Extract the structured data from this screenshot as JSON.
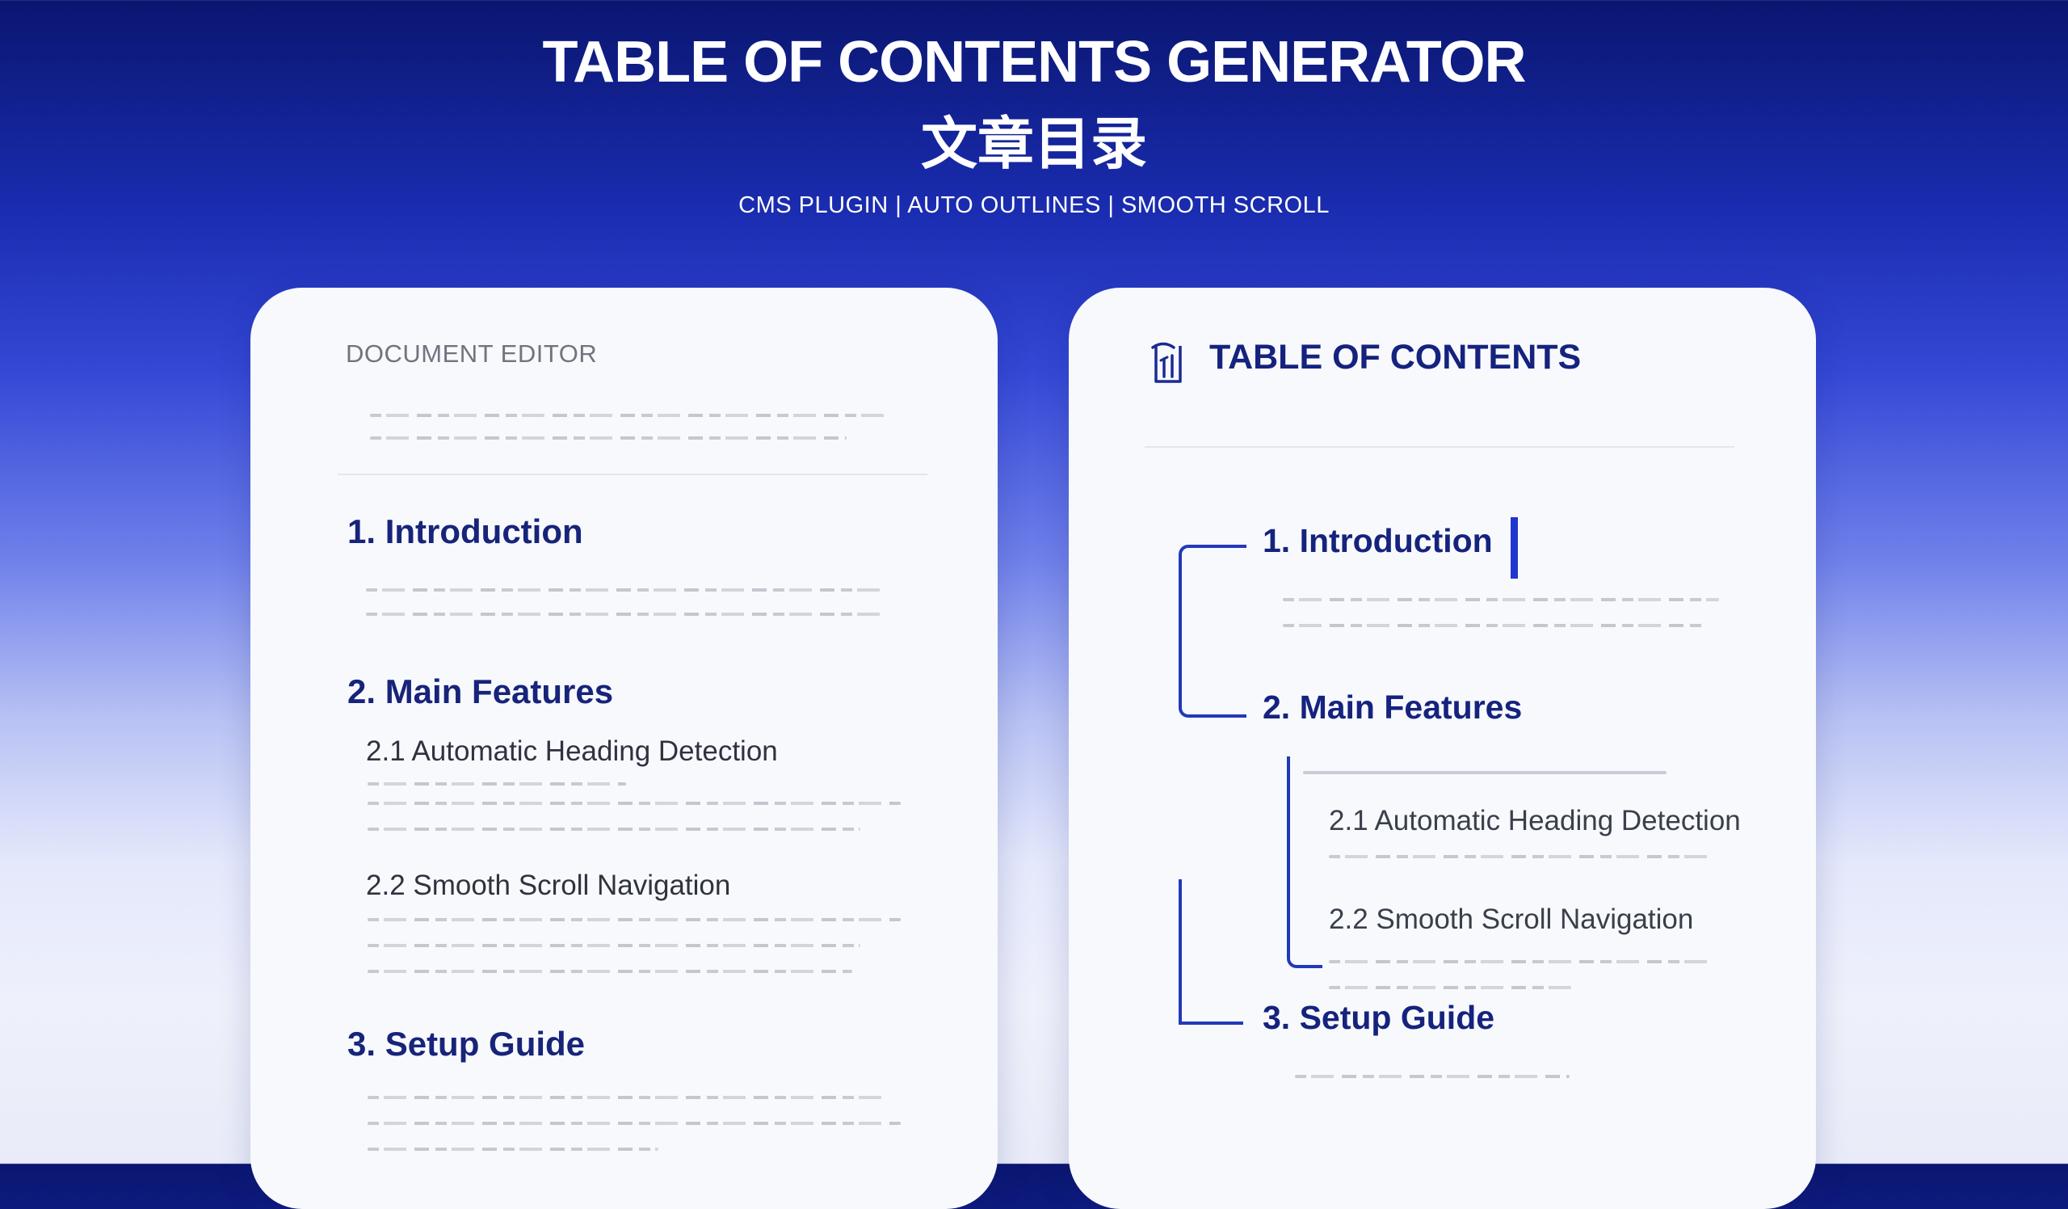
{
  "hero": {
    "title": "TABLE OF CONTENTS GENERATOR",
    "subtitle": "文章目录",
    "tagline": "CMS PLUGIN | AUTO OUTLINES | SMOOTH SCROLL"
  },
  "editor": {
    "label": "DOCUMENT EDITOR",
    "sections": [
      {
        "title": "1. Introduction"
      },
      {
        "title": "2. Main Features"
      },
      {
        "title": "2.1 Automatic Heading Detection"
      },
      {
        "title": "2.2 Smooth Scroll Navigation"
      },
      {
        "title": "3. Setup Guide"
      }
    ]
  },
  "toc": {
    "title": "TABLE OF CONTENTS",
    "icon": "book-index-icon",
    "items": [
      {
        "label": "1. Introduction",
        "active": true
      },
      {
        "label": "2. Main Features"
      },
      {
        "label": "2.1 Automatic Heading Detection"
      },
      {
        "label": "2.2 Smooth Scroll Navigation"
      },
      {
        "label": "3. Setup Guide"
      }
    ]
  },
  "colors": {
    "accent": "#1f35d0",
    "heading": "#17247a",
    "hero_top": "#0a1670"
  }
}
